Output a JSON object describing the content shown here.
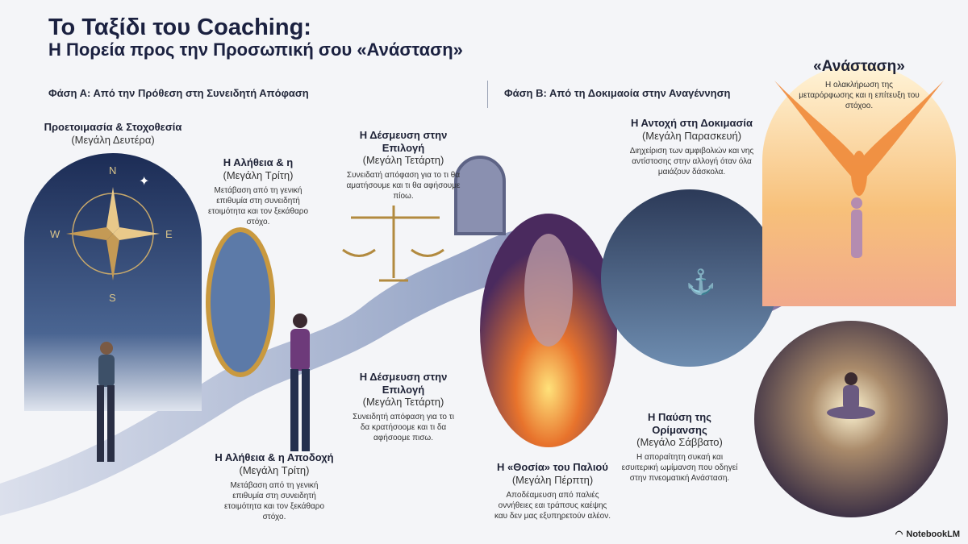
{
  "title": {
    "line1": "Το Ταξίδι του Coaching:",
    "line2": "Η Πορεία προς την Προσωπική σου «Ανάσταση»"
  },
  "phases": {
    "a": "Φάση Α: Από την Πρόθεση στη Συνειδητή Απόφαση",
    "b": "Φάση Β: Από τη Δοκιμαοία στην Αναγέννηση"
  },
  "stages": {
    "monday": {
      "heading": "Προετοιμασία & Στοχοθεσία",
      "day": "(Μεγάλη Δευτέρα)"
    },
    "tuesday_top": {
      "heading": "Η Αλήθεια & η",
      "day": "(Μεγάλη Τρίτη)",
      "desc": "Μετάβαση από τη γενική επιθυμία στη συνειδητή ετοιμότητα και τον ξεκάθαρο στόχο."
    },
    "wednesday_top": {
      "heading": "Η Δέσμευση στην Επιλογή",
      "day": "(Μεγάλη Τετάρτη)",
      "desc": "Συνειδατή απόφαση για το τι θα αματήσουμε και τι θα αφήσουμε πίοω."
    },
    "tuesday_bottom": {
      "heading": "Η Αλήθεια & η Αποδοχή",
      "day": "(Μεγάλη Τρίτη)",
      "desc": "Μετάβαση από τη γενική επιθυμία στη συνειδητή ετοιμότητα και τον ξεκάθαρο στόχο."
    },
    "wednesday_bottom": {
      "heading": "Η Δέσμευση στην Επιλογή",
      "day": "(Μεγάλη Τετάρτη)",
      "desc": "Συνειδητή απόφαση για το τι δα κρατήσοομε και τι δα αφήσοομε πισω."
    },
    "thursday": {
      "heading": "Η «Θοσία» του Παλιού",
      "day": "(Μεγάλη Πέρπτη)",
      "desc": "Αποδέαμευση από παλιές οννήθειες εαι τράπσυς καέψης καυ δεν μας εξυπηρετούν αλέον."
    },
    "friday": {
      "heading": "Η Αντοχή στη Δοκιμασία",
      "day": "(Μεγάλη Παρασκευή)",
      "desc": "Διηχείριση των αμφιβολιών και νης αντίστοσης στην αλλογή όταν όλα μαιάζουν δάσκολα."
    },
    "saturday": {
      "heading": "Η Παύση της Ορίμανσης",
      "day": "(Μεγάλο Σάββατο)",
      "desc": "Η αποραίτητη συκαή και εσυιτερική ωμίμανση που οδηγεί στην πνεοματική Ανάσταση."
    },
    "resurrection": {
      "heading": "«Ανάσταση»",
      "desc": "Η ολακλήρωση της μεταρόρφωσης και η επίτευξη του στόχοο."
    }
  },
  "compass": {
    "n": "N",
    "s": "S",
    "e": "E",
    "w": "W"
  },
  "brand": "NotebookLM",
  "colors": {
    "navy": "#1b2140",
    "path": "#c9cfe2",
    "purple": "#5a3a6e",
    "orange": "#f3a35a",
    "storm": "#3e5275"
  }
}
